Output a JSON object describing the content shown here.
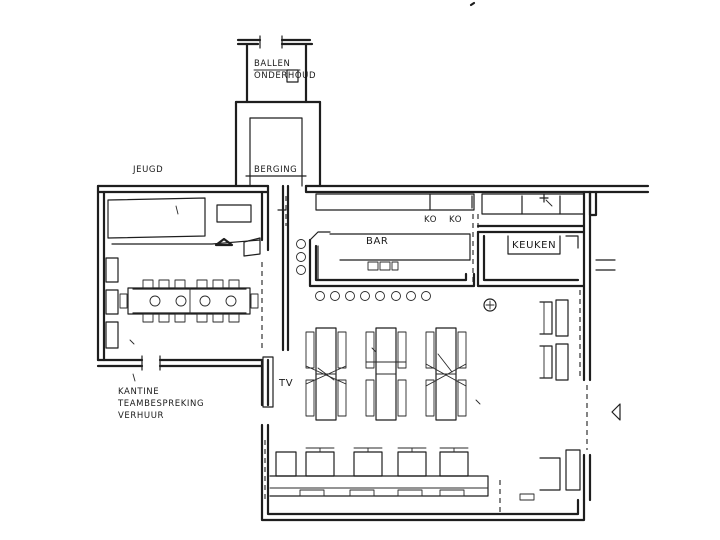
{
  "labels": {
    "ballen": "BALLEN",
    "onderhoud": "ONDERHOUD",
    "berging": "BERGING",
    "jeugd": "JEUGD",
    "bar": "BAR",
    "keuken": "KEUKEN",
    "ko_left": "KO",
    "ko_right": "KO",
    "tv": "TV",
    "kantine": "KANTINE",
    "teambespreking": "TEAMBESPREKING",
    "verhuur": "VERHUUR"
  }
}
